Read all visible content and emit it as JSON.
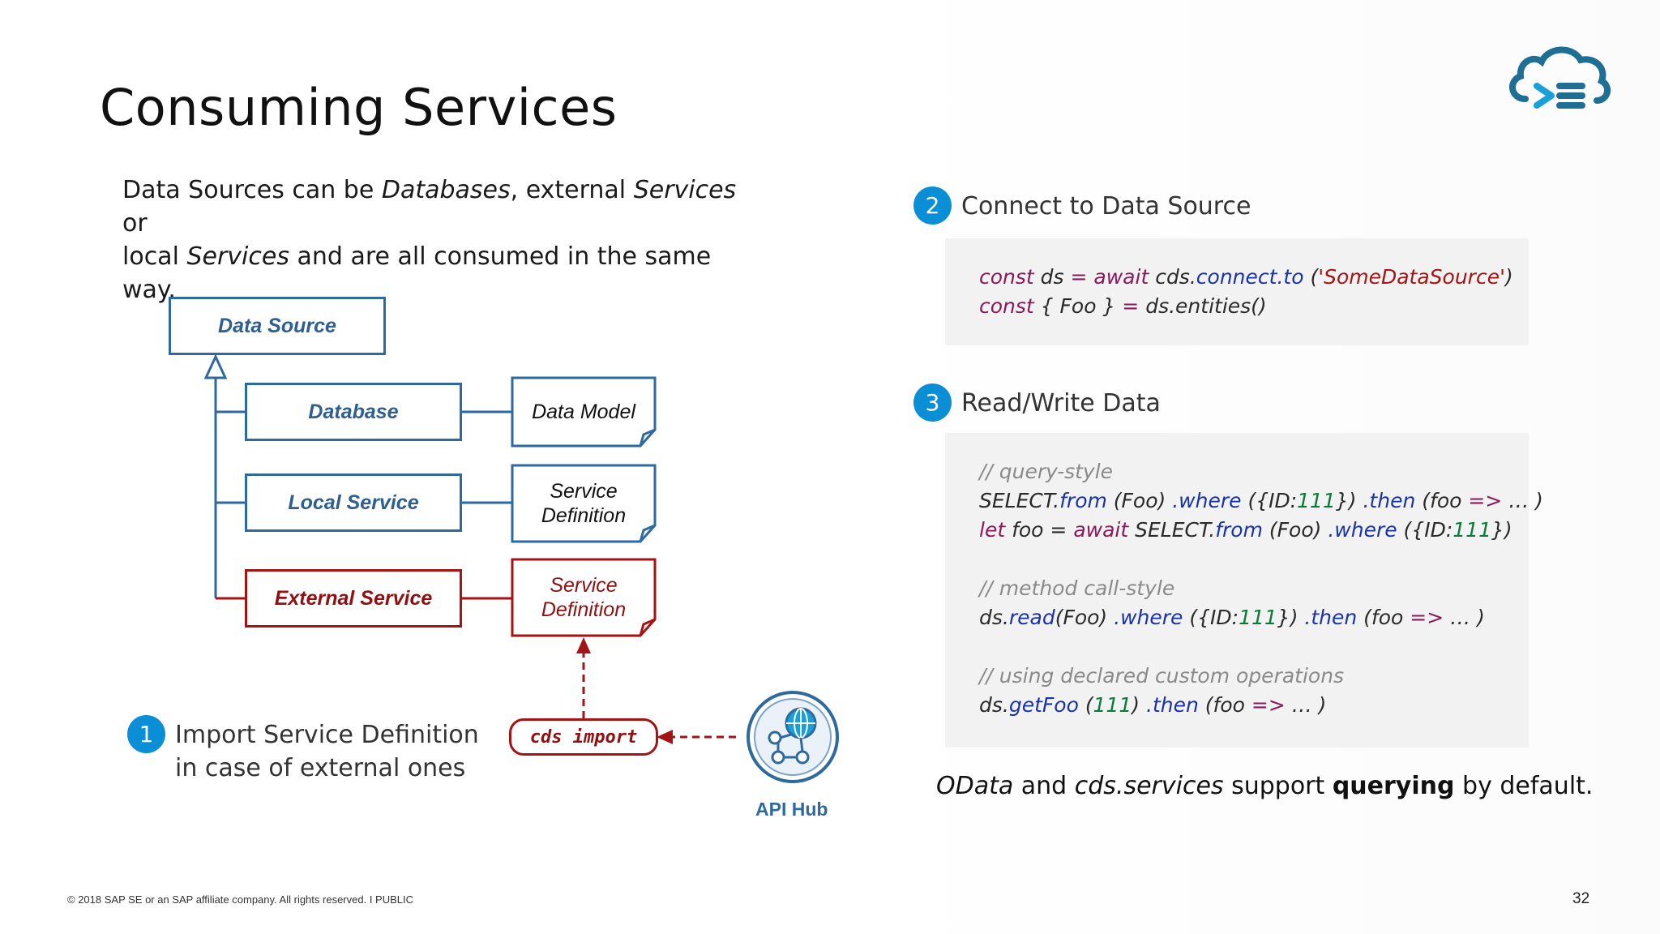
{
  "title": "Consuming Services",
  "intro": {
    "p1": "Data Sources can be ",
    "e1": "Databases",
    "p2": ", external ",
    "e2": "Services",
    "p3": " or",
    "p4": "local ",
    "e3": "Services",
    "p5": " and are all consumed in the same way."
  },
  "diagram": {
    "data_source": "Data Source",
    "database": "Database",
    "local_service": "Local Service",
    "external_service": "External Service",
    "data_model": "Data Model",
    "service_definition_1a": "Service",
    "service_definition_1b": "Definition",
    "service_definition_2a": "Service",
    "service_definition_2b": "Definition",
    "cds_import": "cds import",
    "api_hub": "API Hub"
  },
  "steps": {
    "s1": {
      "num": "1",
      "line1": "Import Service Definition",
      "line2": "in case of external ones"
    },
    "s2": {
      "num": "2",
      "label": "Connect to Data Source"
    },
    "s3": {
      "num": "3",
      "label": "Read/Write Data"
    }
  },
  "code_connect": {
    "l1": {
      "a": "const",
      "b": " ds ",
      "c": "=",
      "d": " await",
      "e": " cds.",
      "f": "connect.to",
      "g": " (",
      "h": "'SomeDataSource'",
      "i": ")"
    },
    "l2": {
      "a": "const",
      "b": " { Foo } ",
      "c": "=",
      "d": " ds.entities()"
    }
  },
  "code_rw": {
    "c1": "// query-style",
    "q1": {
      "a": "SELECT.",
      "b": "from",
      "c": " (Foo) ",
      "d": ".where",
      "e": " ({ID:",
      "f": "111",
      "g": "}) ",
      "h": ".then",
      "i": " (foo ",
      "j": "=>",
      "k": " … )"
    },
    "q2": {
      "a": "let",
      "b": " foo = ",
      "c": "await",
      "d": " SELECT.",
      "e": "from",
      "f": " (Foo) ",
      "g": ".where",
      "h": " ({ID:",
      "i": "111",
      "j": "})"
    },
    "c2": "// method call-style",
    "m1": {
      "a": "ds.",
      "b": "read",
      "c": "(Foo) ",
      "d": ".where",
      "e": " ({ID:",
      "f": "111",
      "g": "}) ",
      "h": ".then",
      "i": " (foo ",
      "j": "=>",
      "k": " … )"
    },
    "c3": "// using declared custom operations",
    "u1": {
      "a": "ds.",
      "b": "getFoo",
      "c": " (",
      "d": "111",
      "e": ") ",
      "f": ".then",
      "g": " (foo ",
      "h": "=>",
      "i": " … )"
    }
  },
  "note": {
    "a": "OData",
    "b": " and ",
    "c": "cds.services",
    "d": " support ",
    "e": "querying",
    "f": " by default."
  },
  "footer": "© 2018 SAP SE or an SAP affiliate company. All rights reserved.   I   PUBLIC",
  "page_number": "32",
  "colors": {
    "accent_blue": "#0a8ed6",
    "diagram_blue": "#2e6a9e",
    "diagram_red": "#a31515"
  }
}
